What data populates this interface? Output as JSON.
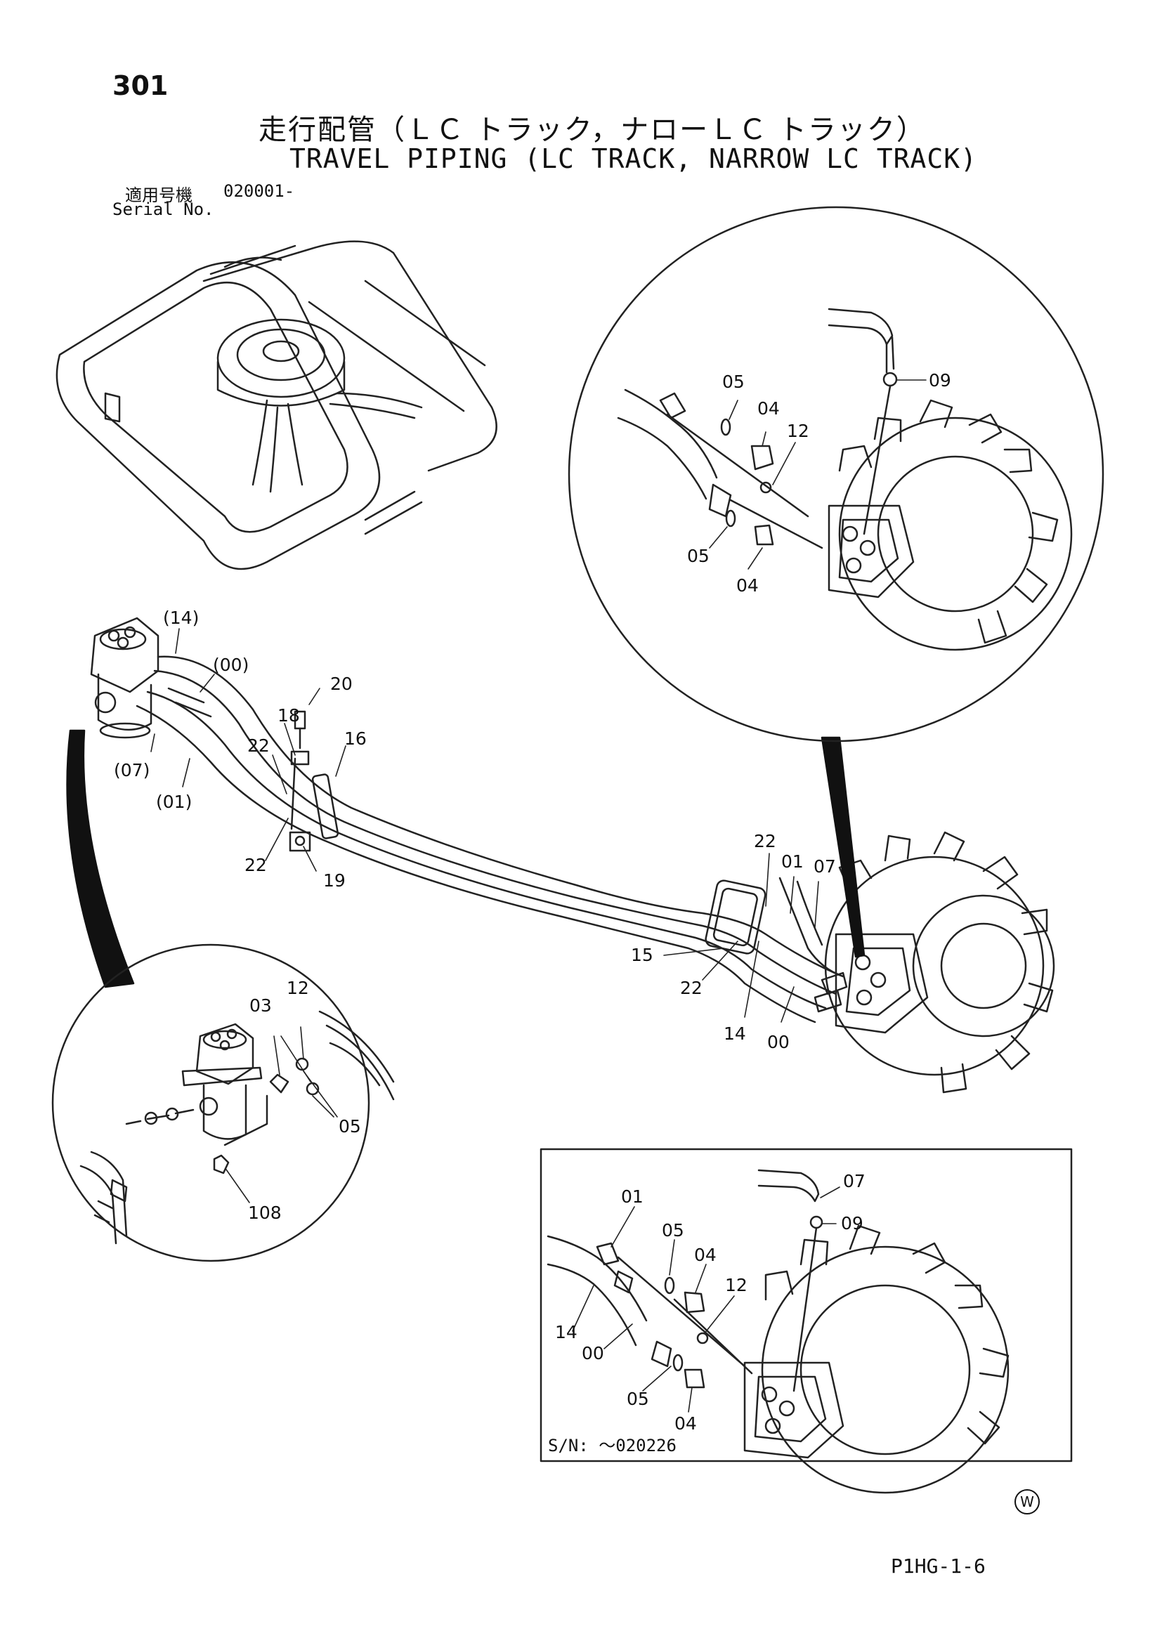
{
  "page": {
    "number": "301",
    "title_jp": "走行配管（ＬＣ トラック，ナローＬＣ トラック）",
    "title_en": "TRAVEL PIPING (LC TRACK, NARROW LC TRACK)",
    "serial_label_jp": "適用号機",
    "serial_value": "020001-",
    "serial_label_en": "Serial No.",
    "doc_code": "P1HG-1-6",
    "mark": "W"
  },
  "callouts": {
    "main": [
      "(14)",
      "(00)",
      "20",
      "18",
      "22",
      "16",
      "(07)",
      "(01)",
      "22",
      "19",
      "22",
      "01",
      "07",
      "15",
      "22",
      "14",
      "00"
    ],
    "detail_top": [
      "05",
      "09",
      "04",
      "12",
      "05",
      "04"
    ],
    "detail_left": [
      "12",
      "03",
      "05",
      "108"
    ],
    "detail_box": [
      "07",
      "01",
      "05",
      "04",
      "09",
      "12",
      "14",
      "00",
      "05",
      "04"
    ]
  },
  "detail_box_note": "S/N: ～020226"
}
